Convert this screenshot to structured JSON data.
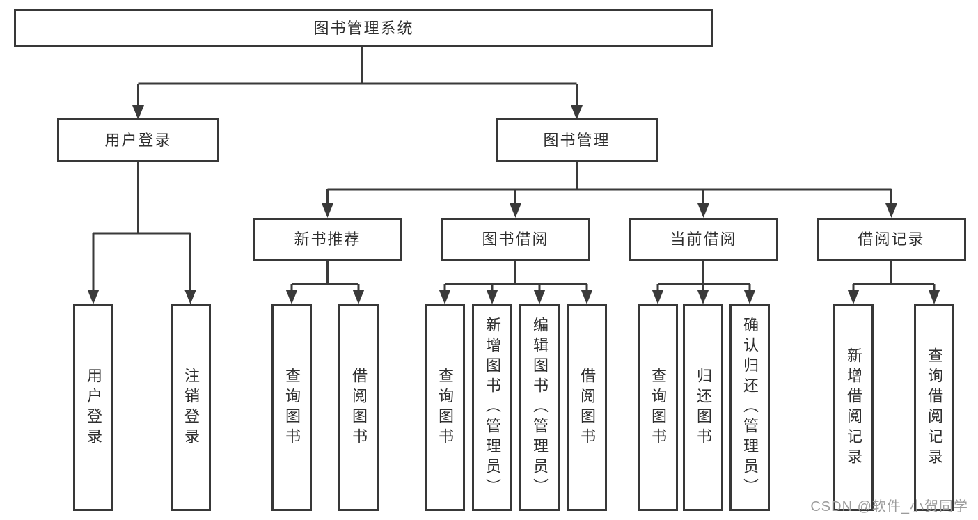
{
  "diagram": {
    "root": {
      "label": "图书管理系统"
    },
    "level2": [
      {
        "label": "用户登录",
        "children": [
          "用户登录",
          "注销登录"
        ]
      },
      {
        "label": "图书管理",
        "children": [
          {
            "label": "新书推荐",
            "children": [
              "查询图书",
              "借阅图书"
            ]
          },
          {
            "label": "图书借阅",
            "children": [
              "查询图书",
              "新增图书（管理员）",
              "编辑图书（管理员）",
              "借阅图书"
            ]
          },
          {
            "label": "当前借阅",
            "children": [
              "查询图书",
              "归还图书",
              "确认归还（管理员）"
            ]
          },
          {
            "label": "借阅记录",
            "children": [
              "新增借阅记录",
              "查询借阅记录"
            ]
          }
        ]
      }
    ]
  },
  "watermark": {
    "label": "CSDN @软件_小贺同学"
  },
  "colors": {
    "line": "#3a3a3a",
    "box_border": "#383838",
    "text": "#2e2e2e",
    "background": "#ffffff",
    "watermark": "#9c9c9c"
  }
}
